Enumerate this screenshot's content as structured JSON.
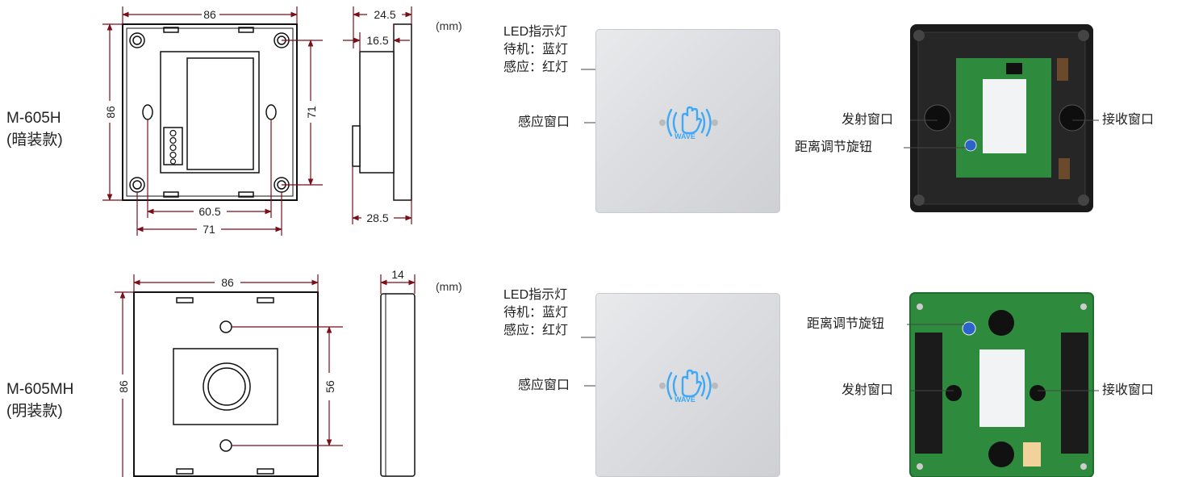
{
  "units_label": "(mm)",
  "models": [
    {
      "name": "M-605H",
      "mount": "(暗装款)",
      "dims": {
        "width": "86",
        "height": "86",
        "hole_v": "71",
        "hole_h_inner": "60.5",
        "hole_h_outer": "71",
        "depth_total": "24.5",
        "depth_body": "16.5",
        "depth_back": "28.5"
      },
      "front_labels": {
        "led_title": "LED指示灯",
        "standby": "待机：蓝灯",
        "sensing": "感应：红灯",
        "sensor_window": "感应窗口",
        "wave_text": "WAVE"
      },
      "pcb_labels": {
        "transmit": "发射窗口",
        "receive": "接收窗口",
        "distance_knob": "距离调节旋钮"
      }
    },
    {
      "name": "M-605MH",
      "mount": "(明装款)",
      "dims": {
        "width": "86",
        "height": "86",
        "hole_v": "56",
        "depth_total": "14"
      },
      "front_labels": {
        "led_title": "LED指示灯",
        "standby": "待机：蓝灯",
        "sensing": "感应：红灯",
        "sensor_window": "感应窗口",
        "wave_text": "WAVE"
      },
      "pcb_labels": {
        "distance_knob": "距离调节旋钮",
        "transmit": "发射窗口",
        "receive": "接收窗口"
      }
    }
  ],
  "colors": {
    "dimension_line": "#7a0f1a",
    "wave_blue": "#3fa9f5",
    "pcb_green": "#2e8b3e",
    "housing_black": "#1b1b1b"
  }
}
